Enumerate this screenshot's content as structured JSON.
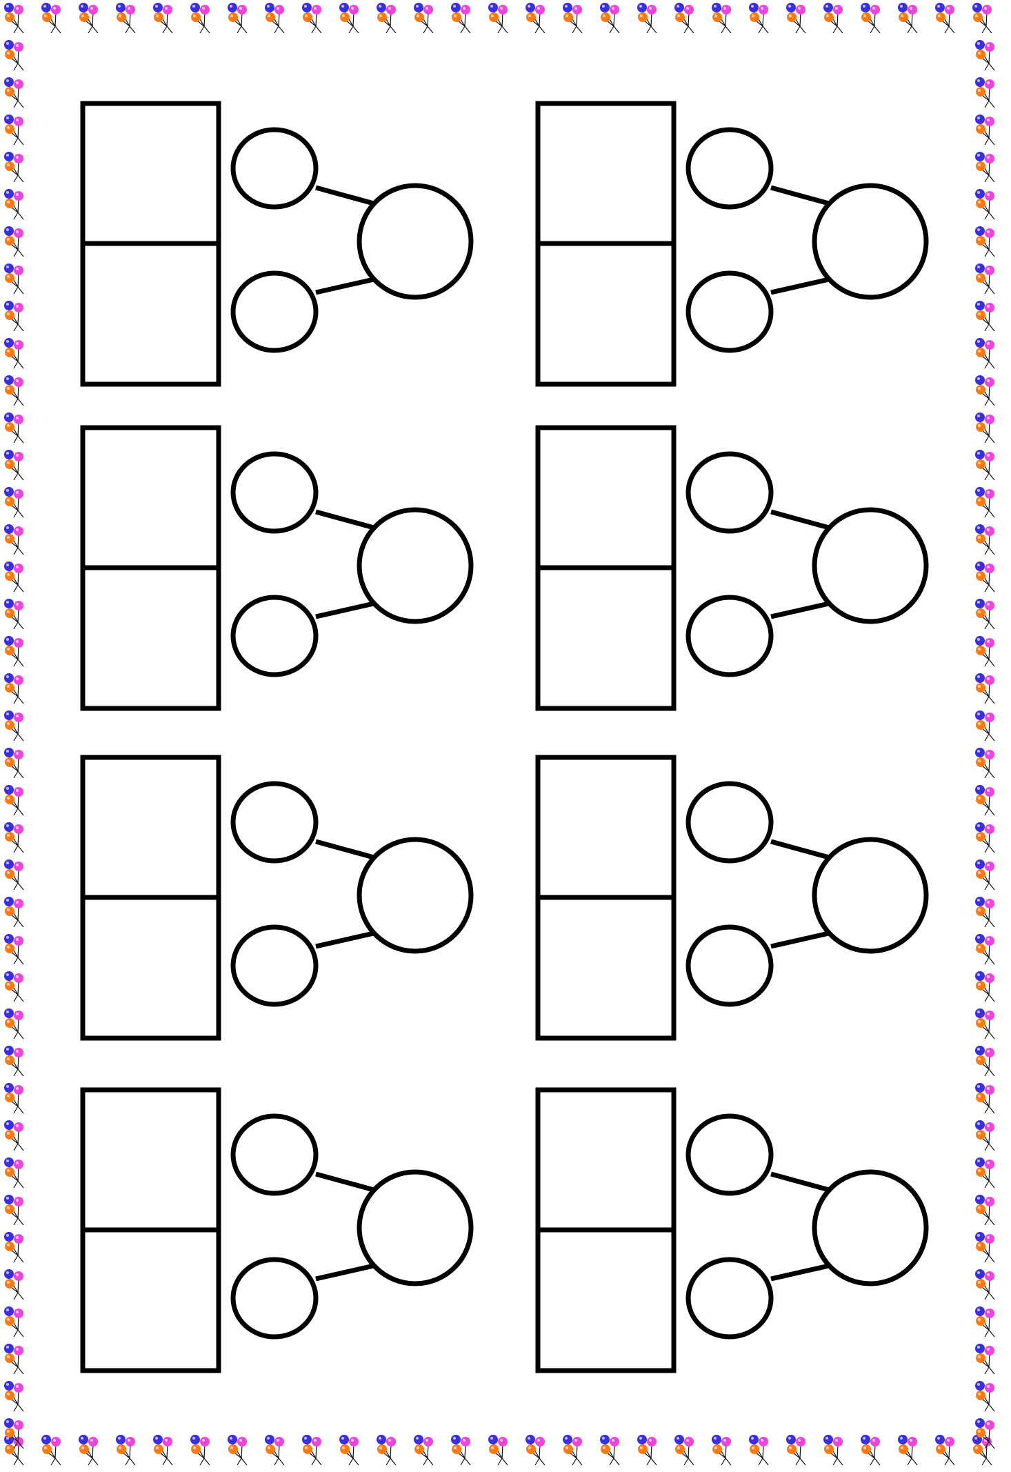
{
  "worksheet": {
    "border_motif": "balloon-bunch-icon",
    "balloon_colors": [
      "#3b2ee0",
      "#ee44dd",
      "#ff7a10"
    ],
    "line_color": "#000000",
    "background": "#ffffff",
    "diagram_count": 8,
    "diagrams": [
      {
        "id": "diagram-1"
      },
      {
        "id": "diagram-2"
      },
      {
        "id": "diagram-3"
      },
      {
        "id": "diagram-4"
      },
      {
        "id": "diagram-5"
      },
      {
        "id": "diagram-6"
      },
      {
        "id": "diagram-7"
      },
      {
        "id": "diagram-8"
      }
    ]
  }
}
